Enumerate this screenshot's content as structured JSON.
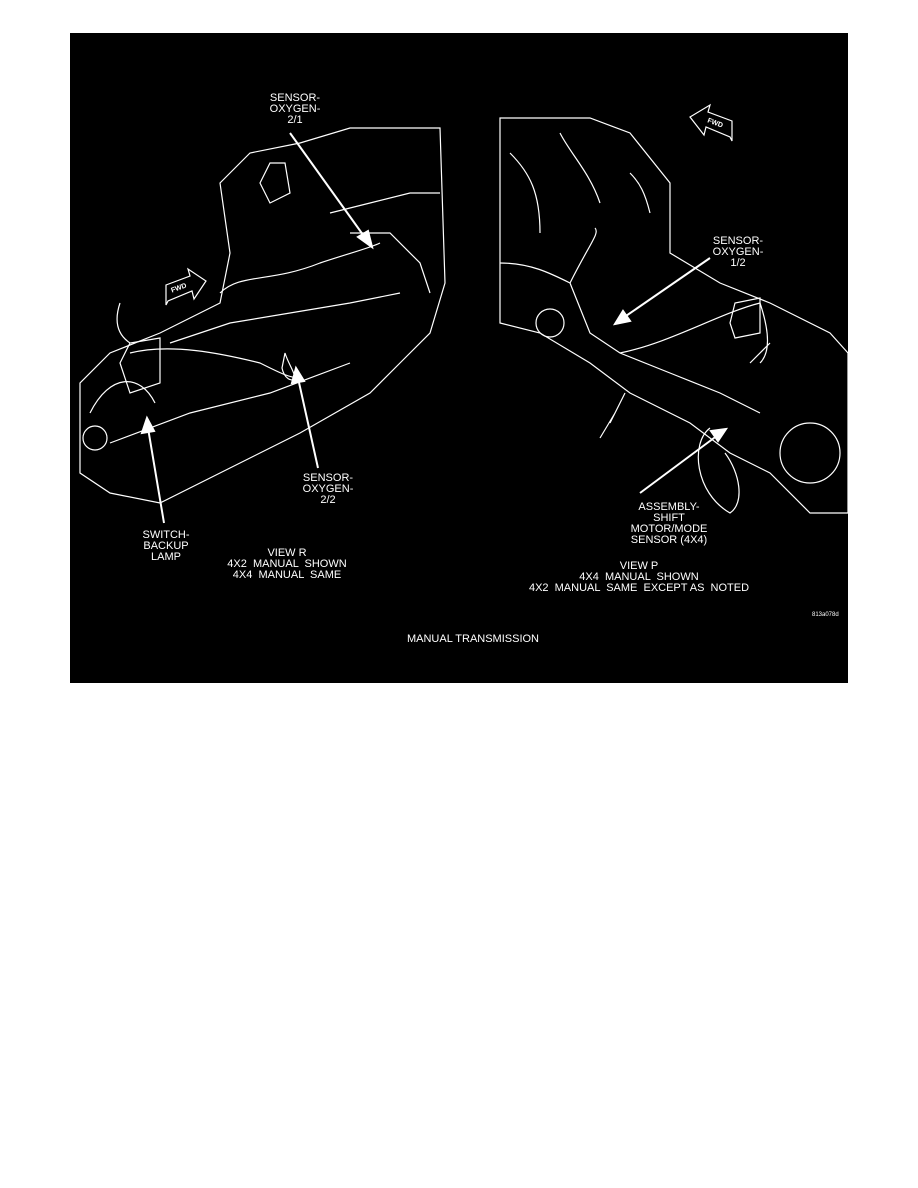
{
  "figure": {
    "title": "MANUAL TRANSMISSION",
    "code": "813a078d",
    "left_view": {
      "callouts": {
        "oxygen_2_1": [
          "SENSOR-",
          "OXYGEN-",
          "2/1"
        ],
        "oxygen_2_2": [
          "SENSOR-",
          "OXYGEN-",
          "2/2"
        ],
        "backup_lamp": [
          "SWITCH-",
          "BACKUP",
          "LAMP"
        ]
      },
      "caption": [
        "VIEW R",
        "4X2  MANUAL  SHOWN",
        "4X4  MANUAL  SAME"
      ],
      "direction_label": "FWD"
    },
    "right_view": {
      "callouts": {
        "oxygen_1_2": [
          "SENSOR-",
          "OXYGEN-",
          "1/2"
        ],
        "shift_motor": [
          "ASSEMBLY-",
          "SHIFT",
          "MOTOR/MODE",
          "SENSOR (4X4)"
        ]
      },
      "caption": [
        "VIEW P",
        "4X4  MANUAL  SHOWN",
        "4X2  MANUAL  SAME  EXCEPT AS  NOTED"
      ],
      "direction_label": "FWD"
    }
  }
}
